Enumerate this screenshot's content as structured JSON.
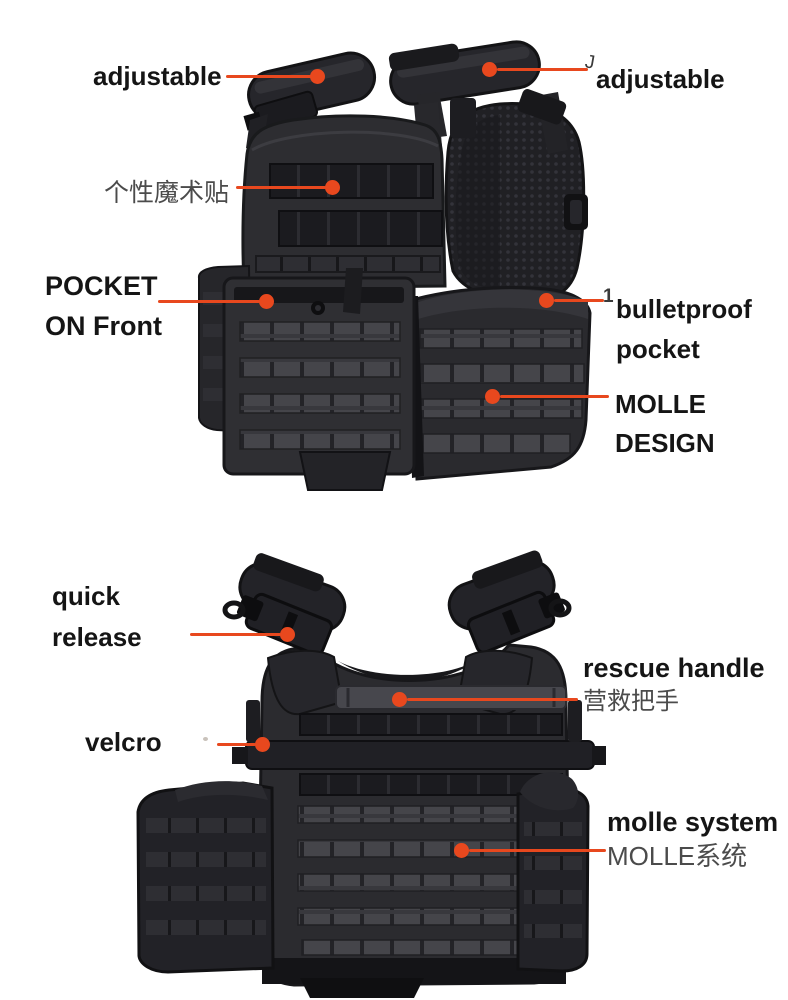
{
  "annotation_style": {
    "leader_color": "#e8481e",
    "label_color_en": "#151515",
    "label_color_zh": "#4b4b4b",
    "vest_color": "#2b2b2f"
  },
  "callouts": [
    {
      "id": "adjustable-left",
      "lines": [
        {
          "text": "adjustable",
          "lang": "en"
        }
      ]
    },
    {
      "id": "adjustable-right",
      "artifact": "J",
      "lines": [
        {
          "text": "adjustable",
          "lang": "en"
        }
      ]
    },
    {
      "id": "custom-velcro-patch",
      "lines": [
        {
          "text": "个性魔术贴",
          "lang": "zh"
        }
      ]
    },
    {
      "id": "pocket-on-front",
      "lines": [
        {
          "text": "POCKET",
          "lang": "en"
        },
        {
          "text": "ON Front",
          "lang": "en"
        }
      ]
    },
    {
      "id": "bulletproof-pocket",
      "artifact": "1",
      "lines": [
        {
          "text": "bulletproof",
          "lang": "en"
        },
        {
          "text": "pocket",
          "lang": "en"
        }
      ]
    },
    {
      "id": "molle-design",
      "lines": [
        {
          "text": "MOLLE",
          "lang": "en"
        },
        {
          "text": "DESIGN",
          "lang": "en"
        }
      ]
    },
    {
      "id": "quick-release",
      "lines": [
        {
          "text": "quick",
          "lang": "en"
        },
        {
          "text": "release",
          "lang": "en"
        }
      ]
    },
    {
      "id": "rescue-handle",
      "lines": [
        {
          "text": "rescue handle",
          "lang": "en"
        },
        {
          "text": "营救把手",
          "lang": "zh"
        }
      ]
    },
    {
      "id": "velcro",
      "lines": [
        {
          "text": "velcro",
          "lang": "en"
        }
      ]
    },
    {
      "id": "molle-system",
      "lines": [
        {
          "text": "molle system",
          "lang": "en"
        },
        {
          "text": "MOLLE系统",
          "lang": "zh"
        }
      ]
    }
  ]
}
